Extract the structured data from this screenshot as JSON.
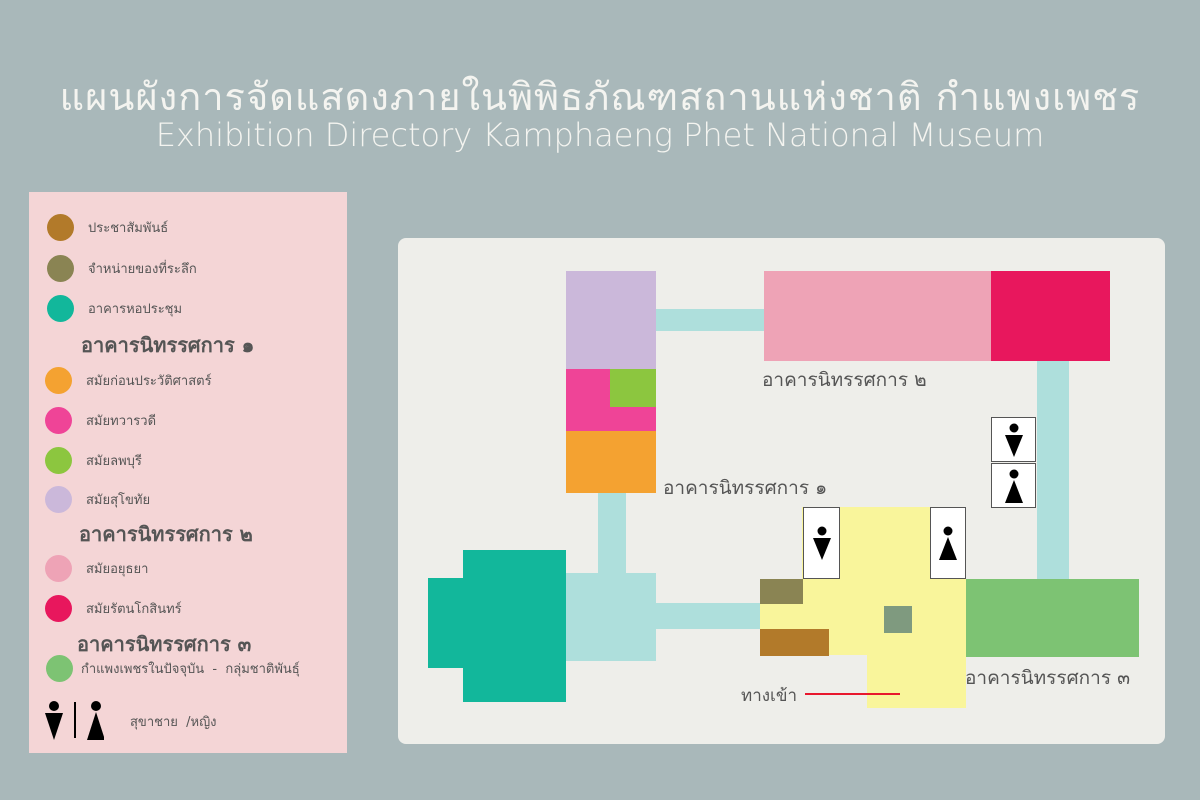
{
  "title_th": "แผนผังการจัดแสดงภายในพิพิธภัณฑสถานแห่งชาติ กำแพงเพชร",
  "title_en": "Exhibition Directory Kamphaeng Phet National Museum",
  "legend": {
    "items": [
      {
        "label": "ประชาสัมพันธ์",
        "color": "#b27a2a"
      },
      {
        "label": "จำหน่ายของที่ระลึก",
        "color": "#8a8453"
      },
      {
        "label": "อาคารหอประชุม",
        "color": "#12b79b"
      },
      {
        "label": "สมัยก่อนประวัติศาสตร์",
        "color": "#f4a231"
      },
      {
        "label": "สมัยทวารวดี",
        "color": "#ef4497"
      },
      {
        "label": "สมัยลพบุรี",
        "color": "#8cc63f"
      },
      {
        "label": "สมัยสุโขทัย",
        "color": "#cbb8da"
      },
      {
        "label": "สมัยอยุธยา",
        "color": "#eea3b6"
      },
      {
        "label": "สมัยรัตนโกสินทร์",
        "color": "#e8175d"
      },
      {
        "label": "กำแพงเพชรในปัจจุบัน  -  กลุ่มชาติพันธุ์",
        "color": "#7dc373"
      }
    ],
    "headings": [
      "อาคารนิทรรศการ ๑",
      "อาคารนิทรรศการ ๒",
      "อาคารนิทรรศการ ๓"
    ],
    "restroom_label": "สุขาชาย  /หญิง"
  },
  "map": {
    "building1": "อาคารนิทรรศการ ๑",
    "building2": "อาคารนิทรรศการ ๒",
    "building3": "อาคารนิทรรศการ ๓",
    "entrance": "ทางเข้า"
  }
}
